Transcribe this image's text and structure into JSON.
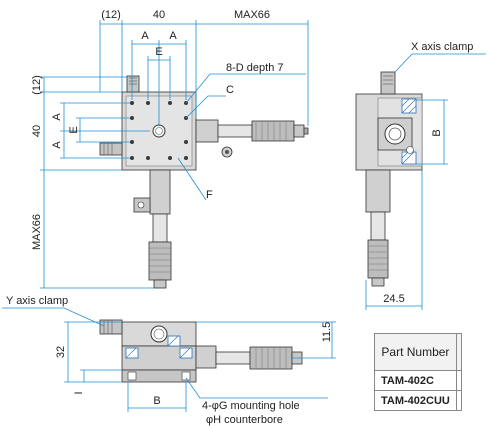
{
  "labels": {
    "dim_12_top": "(12)",
    "dim_40_top": "40",
    "dim_max66_top": "MAX66",
    "dim_a1": "A",
    "dim_a2": "A",
    "dim_e_top": "E",
    "callout_8d": "8-D depth 7",
    "callout_c": "C",
    "callout_f": "F",
    "dim_12_left": "(12)",
    "dim_40_left": "40",
    "dim_a_left1": "A",
    "dim_a_left2": "A",
    "dim_e_left": "E",
    "dim_max66_left": "MAX66",
    "x_axis_clamp": "X axis clamp",
    "dim_b_right": "B",
    "dim_24_5": "24.5",
    "y_axis_clamp": "Y axis clamp",
    "dim_32": "32",
    "dim_i": "I",
    "dim_11_5": "11.5",
    "dim_b_bottom": "B",
    "mounting_hole": "4-φG mounting hole",
    "counterbore": "φH counterbore"
  },
  "table": {
    "header": "Part Number",
    "rows": [
      "TAM-402C",
      "TAM-402CUU"
    ]
  },
  "colors": {
    "dimension": "#1e8fd6",
    "stage_body": "#d9d9d9",
    "stage_dark": "#b5b5b5",
    "clamp_accent": "#2a6fb5",
    "outline": "#333333"
  }
}
